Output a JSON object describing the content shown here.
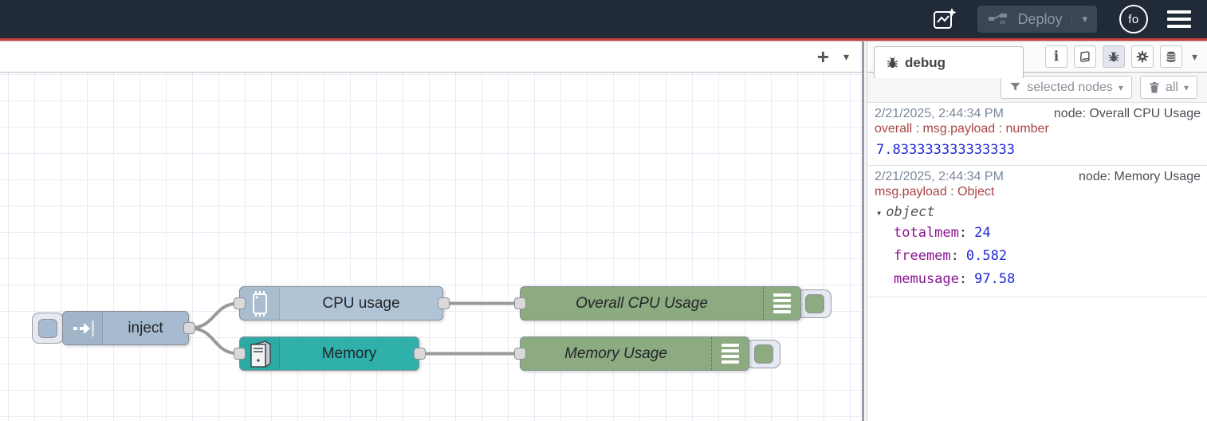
{
  "colors": {
    "header_bg": "#212b38",
    "header_accent": "#cc3c3c",
    "deploy_bg": "#3b4654",
    "deploy_text": "#8c96a2",
    "node_inject": "#a6bbcf",
    "node_cpu": "#b0c4d6",
    "node_memory": "#2fb0aa",
    "node_debug": "#8cab81",
    "wire": "#999999",
    "port": "#d9d9d9",
    "grid": "#e9ecf6",
    "ts_color": "#7b8898",
    "prop_red": "#a94442",
    "val_blue": "#2028d8",
    "key_purple": "#881391"
  },
  "header": {
    "deploy_label": "Deploy",
    "deploy_chevron": "▾",
    "avatar_label": "fo"
  },
  "canvas_toolbar": {
    "add_flow_glyph": "+",
    "flow_list_glyph": "▾"
  },
  "flow": {
    "nodes": {
      "inject": {
        "label": "inject"
      },
      "cpu": {
        "label": "CPU usage"
      },
      "memory": {
        "label": "Memory"
      },
      "overall_cpu": {
        "label": "Overall CPU Usage"
      },
      "memory_usage": {
        "label": "Memory Usage"
      }
    }
  },
  "sidebar": {
    "tab_label": "debug",
    "tabs_chevron": "▾",
    "filter_button": {
      "label": "selected nodes",
      "chevron": "▾"
    },
    "clear_button": {
      "label": "all",
      "chevron": "▾"
    },
    "messages": [
      {
        "timestamp": "2/21/2025, 2:44:34 PM",
        "node": "node: Overall CPU Usage",
        "property": "overall : msg.payload : number",
        "value": "7.833333333333333"
      },
      {
        "timestamp": "2/21/2025, 2:44:34 PM",
        "node": "node: Memory Usage",
        "property": "msg.payload : Object",
        "tree": {
          "caret": "▾",
          "root": "object",
          "fields": [
            {
              "key": "totalmem",
              "value": "24"
            },
            {
              "key": "freemem",
              "value": "0.582"
            },
            {
              "key": "memusage",
              "value": "97.58"
            }
          ]
        }
      }
    ]
  }
}
